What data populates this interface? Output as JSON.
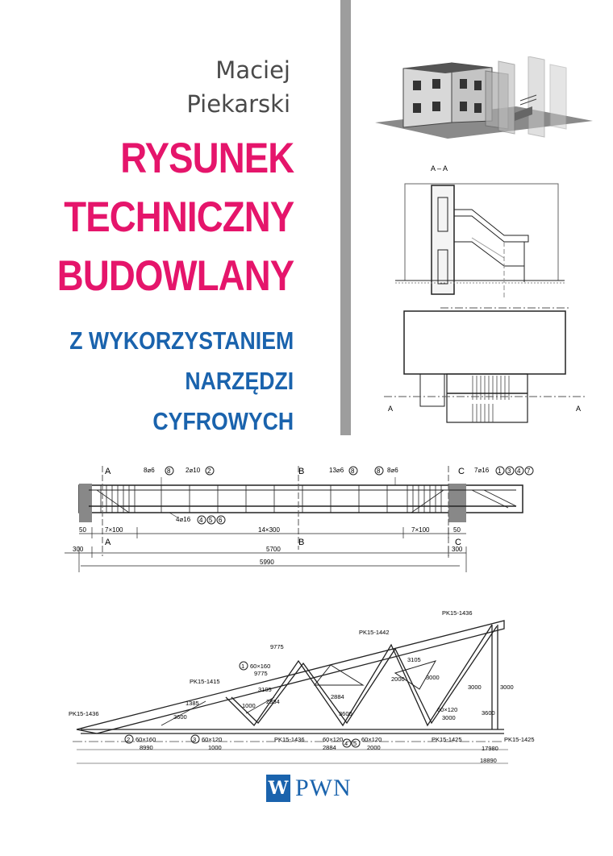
{
  "cover": {
    "author_first": "Maciej",
    "author_last": "Piekarski",
    "title_lines": [
      "RYSUNEK",
      "TECHNICZNY",
      "BUDOWLANY"
    ],
    "subtitle_lines": [
      "Z WYKORZYSTANIEM",
      "NARZĘDZI",
      "CYFROWYCH"
    ],
    "publisher": "PWN",
    "colors": {
      "title": "#e5156b",
      "subtitle": "#1a63ad",
      "bar": "#9d9d9d",
      "publisher": "#1a63ad"
    }
  },
  "section_drawing": {
    "label": "A – A",
    "mark_left": "A",
    "mark_right": "A"
  },
  "beam_drawing": {
    "marks": [
      "A",
      "B",
      "C"
    ],
    "rebar_labels": [
      "8⌀6",
      "8",
      "2⌀10",
      "2",
      "13⌀6",
      "8",
      "8",
      "8⌀6",
      "7⌀16",
      "1",
      "3",
      "4",
      "7",
      "4⌀16",
      "4",
      "5",
      "6"
    ],
    "dims_row1": [
      "50",
      "7×100",
      "14×300",
      "7×100",
      "50"
    ],
    "dims_row2": [
      "300",
      "5700",
      "300"
    ],
    "dims_total": "5990"
  },
  "truss_drawing": {
    "labels": [
      "PK15-1436",
      "PK15-1442",
      "PK15-1415",
      "PK15-1436",
      "PK15-1436",
      "PK15-1425",
      "PK15-1425"
    ],
    "dims": [
      "9775",
      "1",
      "60×160",
      "9775",
      "3105",
      "2884",
      "2000",
      "3000",
      "3000",
      "3000",
      "1385",
      "3600",
      "3105",
      "1000",
      "2884",
      "3600",
      "60×120",
      "3600",
      "2",
      "60×160",
      "8990",
      "3",
      "60×120",
      "1000",
      "60×120",
      "2884",
      "4",
      "5",
      "60×120",
      "2000",
      "3000",
      "17980",
      "18890"
    ]
  }
}
